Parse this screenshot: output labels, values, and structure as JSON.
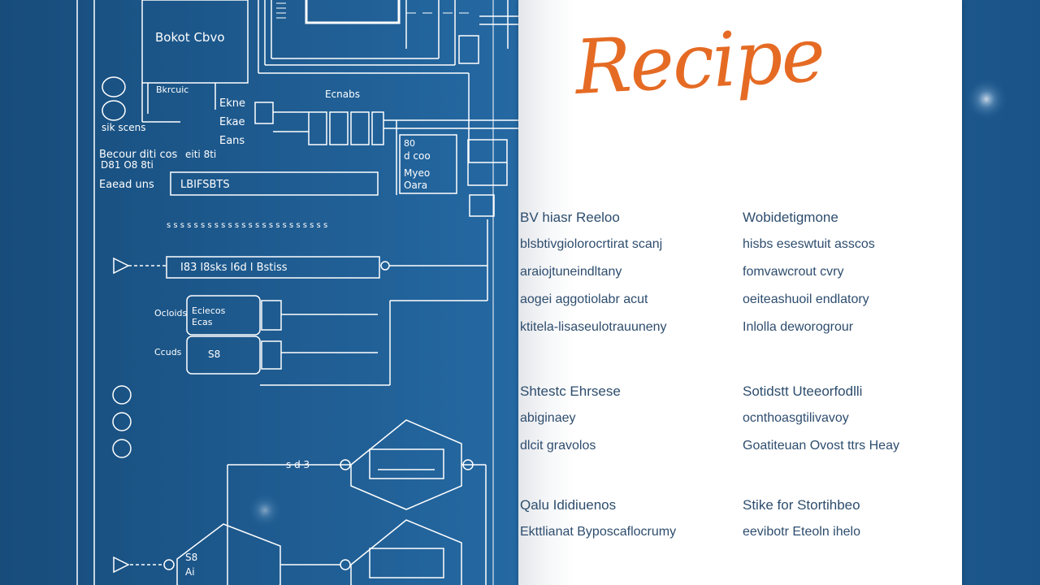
{
  "colors": {
    "background": "#1e5f96",
    "blueprint_lines": "#ffffff",
    "card": "#ffffff",
    "title": "#e56b24",
    "body_text": "#2e4d6e"
  },
  "blueprint": {
    "labels": {
      "top_box": "Bokot Cbvo",
      "box_label_a": "Bkrcuic",
      "side_1": "Ekne",
      "side_2": "Ekae",
      "side_3": "Eans",
      "left_1": "sik scens",
      "left_2": "Becour diti cos",
      "left_3": "D81 O8 8ti",
      "left_4": "eiti 8ti",
      "mid_left": "Ecnabs",
      "field_label": "Eaead uns",
      "field_value": "LBIFSBTS",
      "right_1": "80",
      "right_2": "d coo",
      "right_3": "Myeo",
      "right_4": "Oara",
      "ruler": "s  s  s  s  s  s  s  s  s  s  s  s  s  s  s  s  s  s  s  s  s  s  s  s",
      "bus_label": "I83 l8sks l6d l Bstiss",
      "box1_left": "Ocloids",
      "box1_text1": "Eciecos",
      "box1_text2": "Ecas",
      "box2_left": "Ccuds",
      "box2_text": "S8",
      "hex_text": "s  d  3",
      "bottom_left": "S8",
      "bottom_mid": "Ai"
    }
  },
  "recipe": {
    "title": "Recipe",
    "sections": [
      {
        "heading": "BV hiasr Reeloo",
        "lines": [
          "blsbtivgiolorocrtirat scanj",
          "araiojtuneindltany",
          "aogei aggotiolabr acut",
          "ktitela-lisaseulotrauuneny"
        ]
      },
      {
        "heading": "Wobidetigmone",
        "lines": [
          "hisbs eseswtuit asscos",
          "fomvawcrout cvry",
          "oeiteashuoil endlatory",
          "Inlolla deworogrour"
        ]
      },
      {
        "heading": "Shtestc Ehrsese",
        "lines": [
          "abiginaey",
          "dlcit gravolos"
        ]
      },
      {
        "heading": "Sotidstt Uteeorfodlli",
        "lines": [
          "ocnthoasgtilivavoy",
          "Goatiteuan Ovost ttrs Heay"
        ]
      },
      {
        "heading": "Qalu Ididiuenos",
        "lines": [
          "Ekttlianat Byposcaflocrumy"
        ]
      },
      {
        "heading": "Stike for Stortihbeo",
        "lines": [
          "eevibotr Eteoln ihelo"
        ]
      }
    ]
  }
}
